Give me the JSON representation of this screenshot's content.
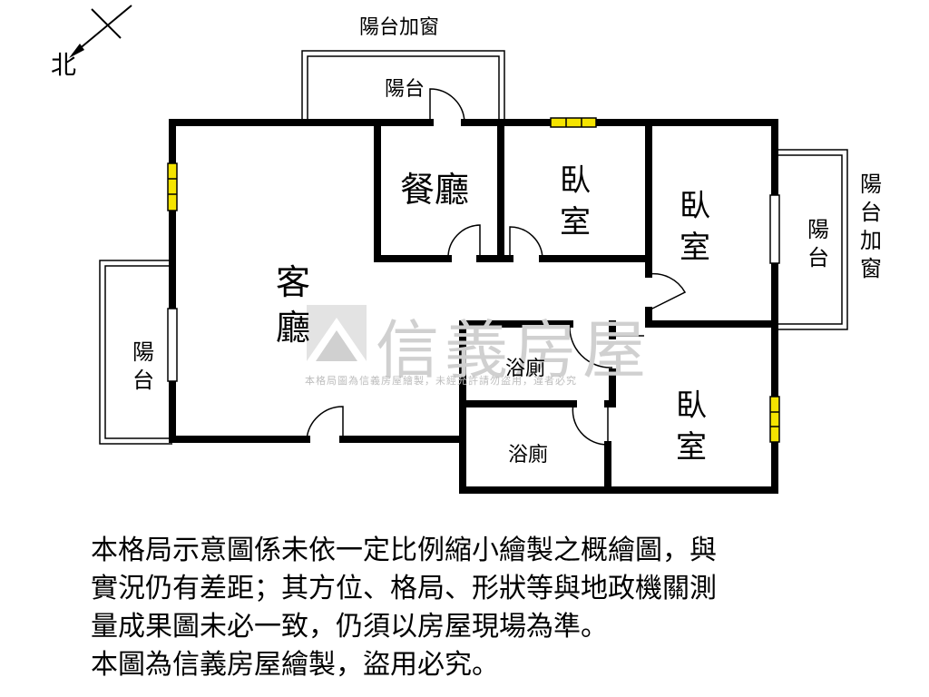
{
  "compass": {
    "north_label": "北"
  },
  "rooms": {
    "dining": "餐廳",
    "bedroom_1": "臥室",
    "bedroom_2": "臥室",
    "bedroom_3": "臥室",
    "living": "客廳",
    "bathroom_1": "浴廁",
    "bathroom_2": "浴廁"
  },
  "balconies": {
    "top_label": "陽台",
    "top_note": "陽台加窗",
    "left_label": "陽台",
    "right_label": "陽台",
    "right_note": "陽台加窗"
  },
  "watermark": {
    "brand": "信義房屋",
    "notice": "本格局圖為信義房屋繪製，未經允許請勿盜用，違者必究"
  },
  "disclaimer": {
    "lines": [
      "本格局示意圖係未依一定比例縮小繪製之概繪圖，與",
      "實況仍有差距；其方位、格局、形狀等與地政機關測",
      "量成果圖未必一致，仍須以房屋現場為準。",
      "本圖為信義房屋繪製，盜用必究。"
    ]
  },
  "colors": {
    "wall": "#000000",
    "window": "#f5e400",
    "watermark": "#d0d0d0"
  }
}
